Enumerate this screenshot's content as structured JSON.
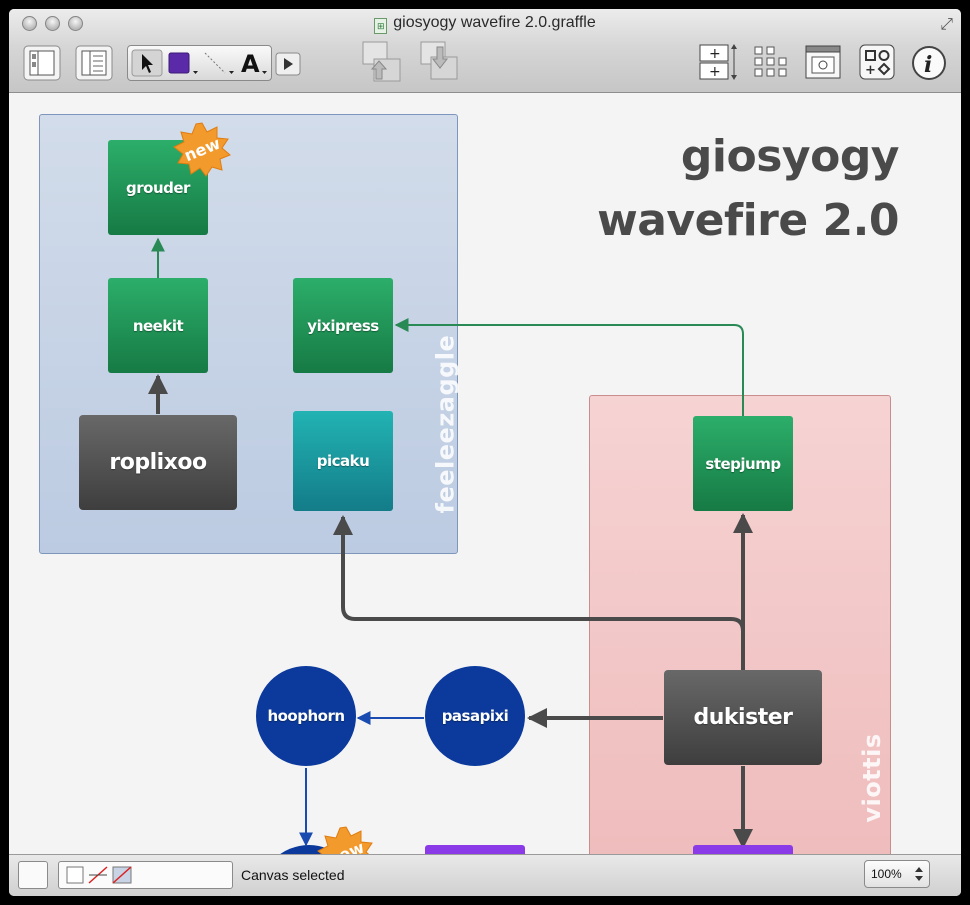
{
  "window": {
    "title": "giosyogy wavefire 2.0.graffle"
  },
  "canvas": {
    "heading_line1": "giosyogy",
    "heading_line2": "wavefire 2.0",
    "groups": {
      "blue_group_label": "feeleezaggle",
      "red_group_label": "viottis"
    },
    "nodes": {
      "grouder": "grouder",
      "neekit": "neekit",
      "yixipress": "yixipress",
      "roplixoo": "roplixoo",
      "picaku": "picaku",
      "stepjump": "stepjump",
      "dukister": "dukister",
      "pasapixi": "pasapixi",
      "hoophorn": "hoophorn"
    },
    "badges": {
      "new_badge": "new",
      "new_badge_bottom": "new"
    },
    "colors": {
      "green_node": "#1f9456",
      "teal_node": "#1a9aa2",
      "gray_node": "#515151",
      "blue_circle": "#0b3a9c",
      "purple_node": "#8a3ae6",
      "badge_orange": "#f39a2c",
      "blue_group_fill": "#c9d6e8",
      "red_group_fill": "#f4c6c6"
    }
  },
  "status": {
    "message": "Canvas selected",
    "zoom": "100%"
  }
}
